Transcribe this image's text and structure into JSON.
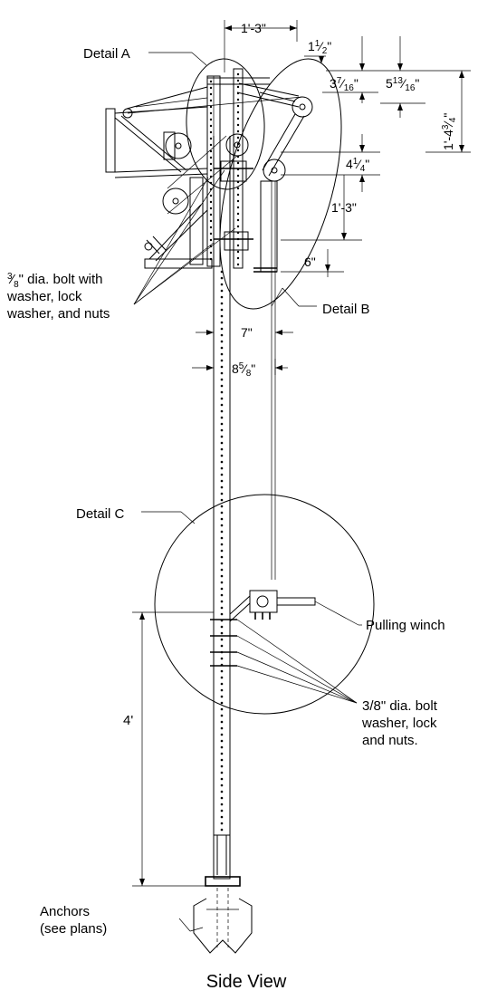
{
  "labels": {
    "detail_a": "Detail A",
    "detail_b": "Detail B",
    "detail_c": "Detail C",
    "bolt_note_line1_suffix": "\" dia. bolt with",
    "bolt_note_line2": "washer, lock",
    "bolt_note_line3": "washer, and  nuts",
    "pulling_winch": "Pulling  winch",
    "bolt_note2_line1": "3/8\" dia. bolt",
    "bolt_note2_line2": "washer, lock",
    "bolt_note2_line3": "and  nuts.",
    "anchors_line1": "Anchors",
    "anchors_line2": "(see plans)",
    "view_title": "Side  View"
  },
  "dimensions": {
    "top_width": "1'-3\"",
    "d_1_1_2": "1",
    "d_3_7_16": "3",
    "d_5_13_16": "5",
    "d_1_4_3_4": "1'-4",
    "d_4_1_4": "4",
    "d_1_3": "1'-3\"",
    "d_6": "6\"",
    "d_7": "7\"",
    "d_8_5_8": "8",
    "d_4ft": "4'"
  }
}
